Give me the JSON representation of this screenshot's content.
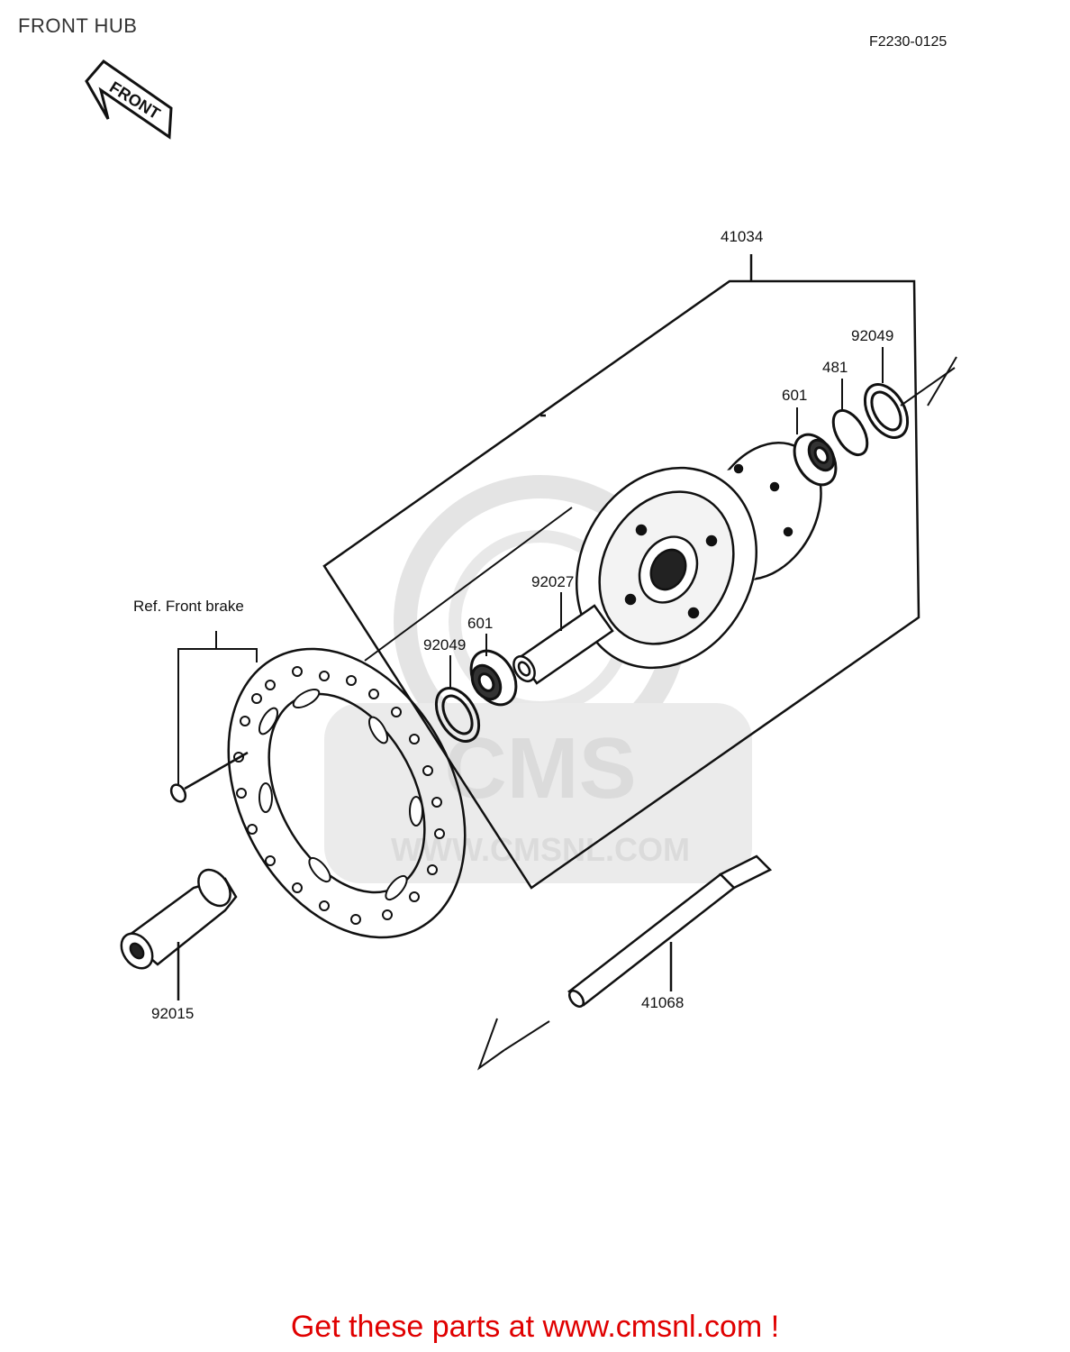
{
  "title": "FRONT HUB",
  "figure_code": "F2230-0125",
  "front_arrow_label": "FRONT",
  "ref_label": "Ref.  Front brake",
  "watermark": {
    "brand": "CMS",
    "url": "WWW.CMSNL.COM"
  },
  "part_labels": {
    "hub": "41034",
    "seal_right": "92049",
    "circlip": "481",
    "bearing_right": "601",
    "spacer": "92027",
    "bearing_left": "601",
    "seal_left": "92049",
    "collar": "92015",
    "axle": "41068"
  },
  "promo": "Get these parts at www.cmsnl.com !"
}
